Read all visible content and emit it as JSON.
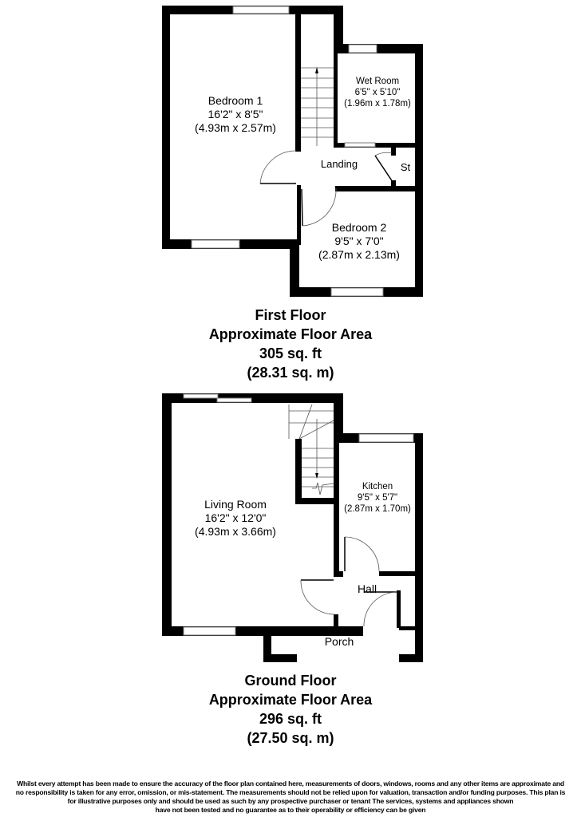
{
  "first_floor": {
    "rooms": [
      {
        "name": "Bedroom 1",
        "imperial": "16'2\" x 8'5\"",
        "metric": "(4.93m x 2.57m)"
      },
      {
        "name": "Wet Room",
        "imperial": "6'5\" x 5'10\"",
        "metric": "(1.96m x 1.78m)"
      },
      {
        "name": "Landing"
      },
      {
        "name": "St"
      },
      {
        "name": "Bedroom 2",
        "imperial": "9'5\" x 7'0\"",
        "metric": "(2.87m x 2.13m)"
      }
    ],
    "title": "First Floor",
    "area_label": "Approximate Floor Area",
    "area_sqft": "305 sq. ft",
    "area_sqm": "(28.31 sq. m)"
  },
  "ground_floor": {
    "rooms": [
      {
        "name": "Living Room",
        "imperial": "16'2\" x 12'0\"",
        "metric": "(4.93m x 3.66m)"
      },
      {
        "name": "Kitchen",
        "imperial": "9'5\" x 5'7\"",
        "metric": "(2.87m x 1.70m)"
      },
      {
        "name": "Hall"
      },
      {
        "name": "Porch"
      }
    ],
    "title": "Ground Floor",
    "area_label": "Approximate Floor Area",
    "area_sqft": "296 sq. ft",
    "area_sqm": "(27.50 sq. m)"
  },
  "disclaimer": [
    "Whilst every attempt has been made to ensure the accuracy of the floor plan contained here, measurements of doors, windows, rooms and any other items are approximate and",
    "no responsibility is taken for any error, omission, or mis-statement. The measurements should not be relied upon for valuation, transaction and/or funding purposes. This plan is",
    "for illustrative purposes only and should be used as such by any prospective purchaser or tenant The services, systems and appliances shown",
    "have not been tested and no guarantee as to their operability or efficiency can be given"
  ]
}
